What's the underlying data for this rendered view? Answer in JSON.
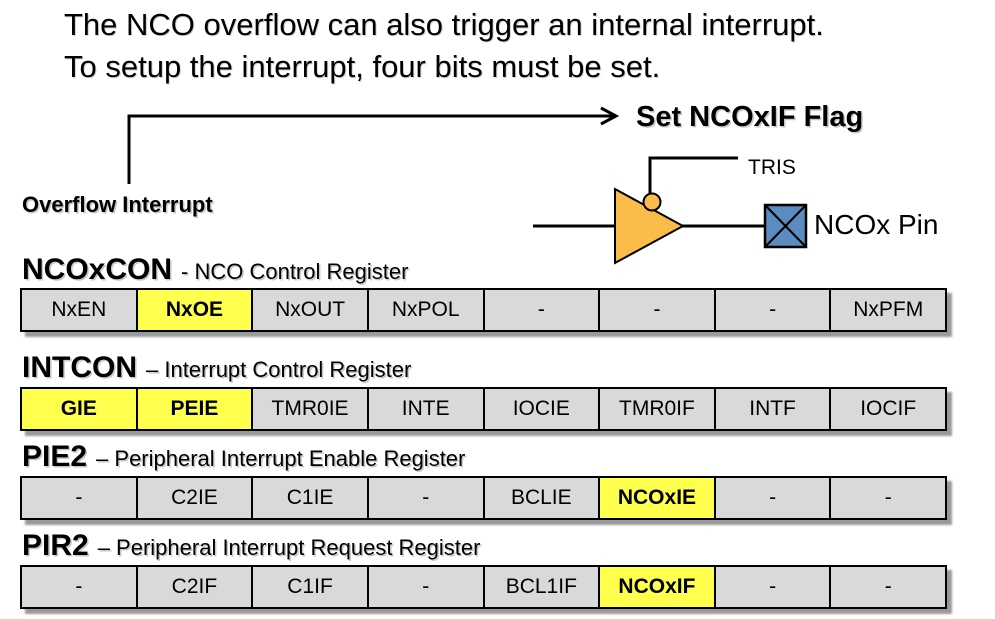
{
  "title": {
    "line1": "The NCO overflow can also trigger an internal interrupt.",
    "line2": "To setup the interrupt, four bits must be set."
  },
  "diagram": {
    "overflow_label": "Overflow Interrupt",
    "set_flag_label": "Set NCOxIF Flag",
    "tris_label": "TRIS",
    "pin_label": "NCOx Pin",
    "colors": {
      "buffer_fill": "#FBBD4A",
      "pin_fill": "#5B8CC0",
      "wire": "#000000"
    }
  },
  "colors": {
    "highlight_yellow": "#FFFF4D",
    "cell_gray": "#D9D9D9",
    "border_black": "#000000"
  },
  "registers": [
    {
      "name": "NCOxCON",
      "suffix": "- NCO Control Register",
      "cells": [
        {
          "label": "NxEN",
          "highlighted": false
        },
        {
          "label": "NxOE",
          "highlighted": true
        },
        {
          "label": "NxOUT",
          "highlighted": false
        },
        {
          "label": "NxPOL",
          "highlighted": false
        },
        {
          "label": "-",
          "highlighted": false
        },
        {
          "label": "-",
          "highlighted": false
        },
        {
          "label": "-",
          "highlighted": false
        },
        {
          "label": "NxPFM",
          "highlighted": false
        }
      ]
    },
    {
      "name": "INTCON",
      "suffix": "– Interrupt Control Register",
      "cells": [
        {
          "label": "GIE",
          "highlighted": true
        },
        {
          "label": "PEIE",
          "highlighted": true
        },
        {
          "label": "TMR0IE",
          "highlighted": false
        },
        {
          "label": "INTE",
          "highlighted": false
        },
        {
          "label": "IOCIE",
          "highlighted": false
        },
        {
          "label": "TMR0IF",
          "highlighted": false
        },
        {
          "label": "INTF",
          "highlighted": false
        },
        {
          "label": "IOCIF",
          "highlighted": false
        }
      ]
    },
    {
      "name": "PIE2",
      "suffix": "– Peripheral Interrupt Enable Register",
      "cells": [
        {
          "label": "-",
          "highlighted": false
        },
        {
          "label": "C2IE",
          "highlighted": false
        },
        {
          "label": "C1IE",
          "highlighted": false
        },
        {
          "label": "-",
          "highlighted": false
        },
        {
          "label": "BCLIE",
          "highlighted": false
        },
        {
          "label": "NCOxIE",
          "highlighted": true
        },
        {
          "label": "-",
          "highlighted": false
        },
        {
          "label": "-",
          "highlighted": false
        }
      ]
    },
    {
      "name": "PIR2",
      "suffix": "– Peripheral Interrupt Request Register",
      "cells": [
        {
          "label": "-",
          "highlighted": false
        },
        {
          "label": "C2IF",
          "highlighted": false
        },
        {
          "label": "C1IF",
          "highlighted": false
        },
        {
          "label": "-",
          "highlighted": false
        },
        {
          "label": "BCL1IF",
          "highlighted": false
        },
        {
          "label": "NCOxIF",
          "highlighted": true
        },
        {
          "label": "-",
          "highlighted": false
        },
        {
          "label": "-",
          "highlighted": false
        }
      ]
    }
  ]
}
